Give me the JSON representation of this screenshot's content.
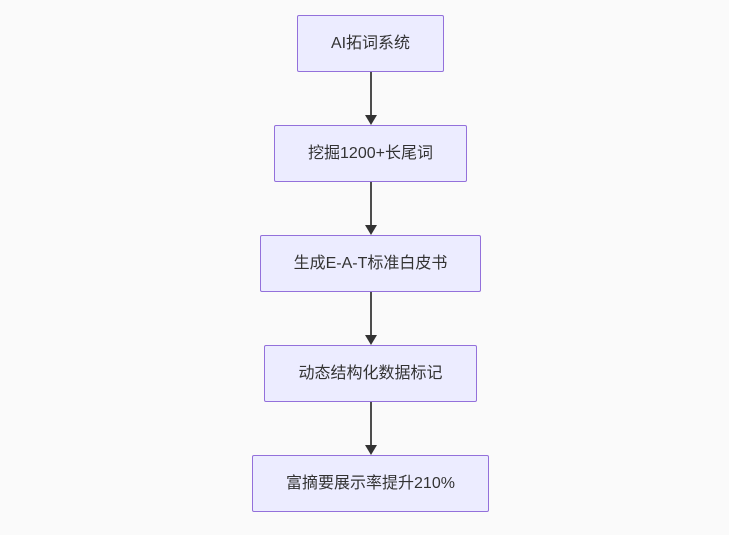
{
  "diagram": {
    "type": "flowchart",
    "direction": "top-down",
    "nodes": [
      {
        "id": "step-1",
        "label": "AI拓词系统"
      },
      {
        "id": "step-2",
        "label": "挖掘1200+长尾词"
      },
      {
        "id": "step-3",
        "label": "生成E-A-T标准白皮书"
      },
      {
        "id": "step-4",
        "label": "动态结构化数据标记"
      },
      {
        "id": "step-5",
        "label": "富摘要展示率提升210%"
      }
    ],
    "edges": [
      {
        "from": "step-1",
        "to": "step-2"
      },
      {
        "from": "step-2",
        "to": "step-3"
      },
      {
        "from": "step-3",
        "to": "step-4"
      },
      {
        "from": "step-4",
        "to": "step-5"
      }
    ],
    "colors": {
      "background": "#fafafa",
      "node_fill": "#ECECFF",
      "node_border": "#9370DB",
      "arrow": "#333333",
      "text": "#333333"
    }
  }
}
